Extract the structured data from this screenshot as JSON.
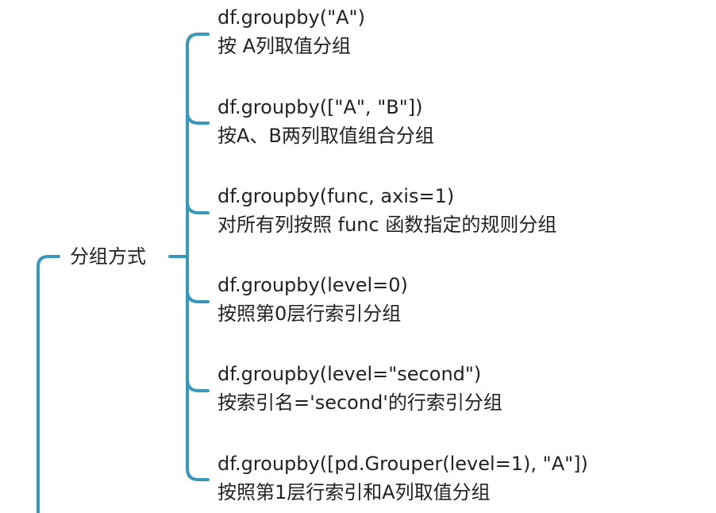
{
  "colors": {
    "connector": "#3a97b5",
    "text": "#222222"
  },
  "node": {
    "label": "分组方式"
  },
  "branches": [
    {
      "code": "df.groupby(\"A\")",
      "desc": "按 A列取值分组"
    },
    {
      "code": "df.groupby([\"A\", \"B\"])",
      "desc": "按A、B两列取值组合分组"
    },
    {
      "code": "df.groupby(func, axis=1)",
      "desc": "对所有列按照 func 函数指定的规则分组"
    },
    {
      "code": "df.groupby(level=0)",
      "desc": "按照第0层行索引分组"
    },
    {
      "code": "df.groupby(level=\"second\")",
      "desc": "按索引名='second'的行索引分组"
    },
    {
      "code": "df.groupby([pd.Grouper(level=1), \"A\"])",
      "desc": "按照第1层行索引和A列取值分组"
    }
  ]
}
